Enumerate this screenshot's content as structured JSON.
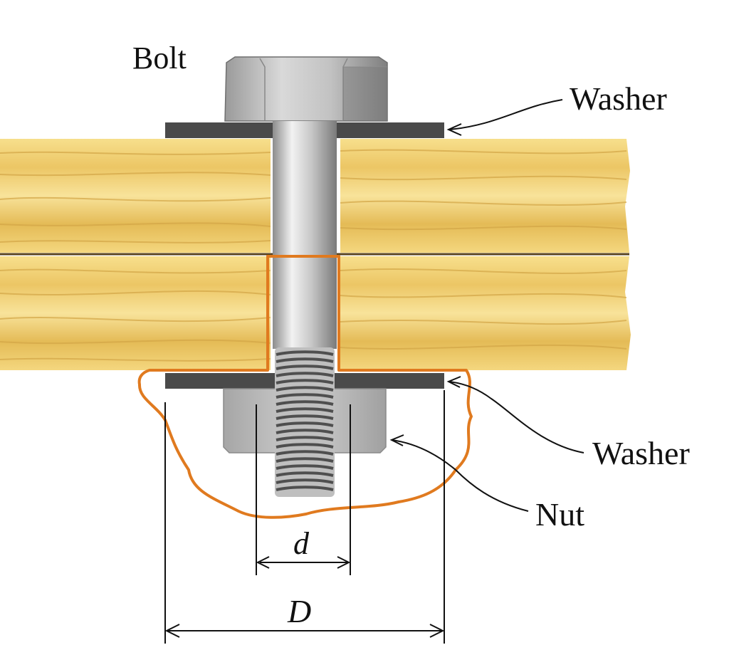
{
  "labels": {
    "bolt": "Bolt",
    "washer_top": "Washer",
    "washer_bottom": "Washer",
    "nut": "Nut",
    "dim_d": "d",
    "dim_D": "D"
  },
  "colors": {
    "wood_light": "#f6dc84",
    "wood_mid": "#e9c15e",
    "wood_dark": "#c99a3a",
    "steel_light": "#d6d6d6",
    "steel_dark": "#8a8a8a",
    "washer": "#4a4a4a",
    "highlight": "#e07a1f",
    "line": "#111111"
  },
  "icons": {
    "bolt": "hex-head-bolt",
    "nut": "hex-nut",
    "washer": "flat-washer",
    "wood": "wood-plank"
  }
}
